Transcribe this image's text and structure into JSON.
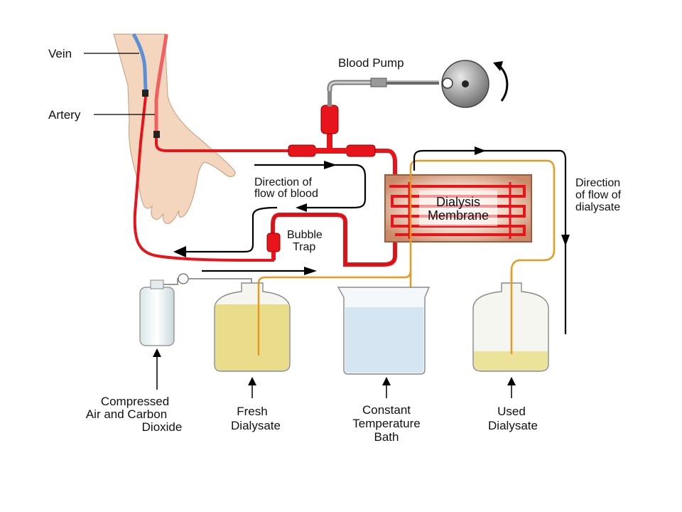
{
  "labels": {
    "vein": "Vein",
    "artery": "Artery",
    "blood_pump": "Blood Pump",
    "direction_blood_1": "Direction of",
    "direction_blood_2": "flow of blood",
    "bubble_trap_1": "Bubble",
    "bubble_trap_2": "Trap",
    "membrane_1": "Dialysis",
    "membrane_2": "Membrane",
    "direction_dialysate_1": "Direction",
    "direction_dialysate_2": "of flow of",
    "direction_dialysate_3": "dialysate",
    "compressed_1": "Compressed",
    "compressed_2": "Air and Carbon",
    "compressed_3": "Dioxide",
    "fresh_1": "Fresh",
    "fresh_2": "Dialysate",
    "bath_1": "Constant",
    "bath_2": "Temperature",
    "bath_3": "Bath",
    "used_1": "Used",
    "used_2": "Dialysate"
  },
  "colors": {
    "blood": "#e8141c",
    "vein": "#5b8fd8",
    "artery": "#f06060",
    "skin": "#f3d6bd",
    "dialysate_tube": "#e59a20",
    "fresh_liquid": "#e9dc8a",
    "used_liquid": "#ece39a",
    "bath_water": "#cfe2ef",
    "membrane_box": "#c98a6a",
    "arrow": "#000000"
  }
}
